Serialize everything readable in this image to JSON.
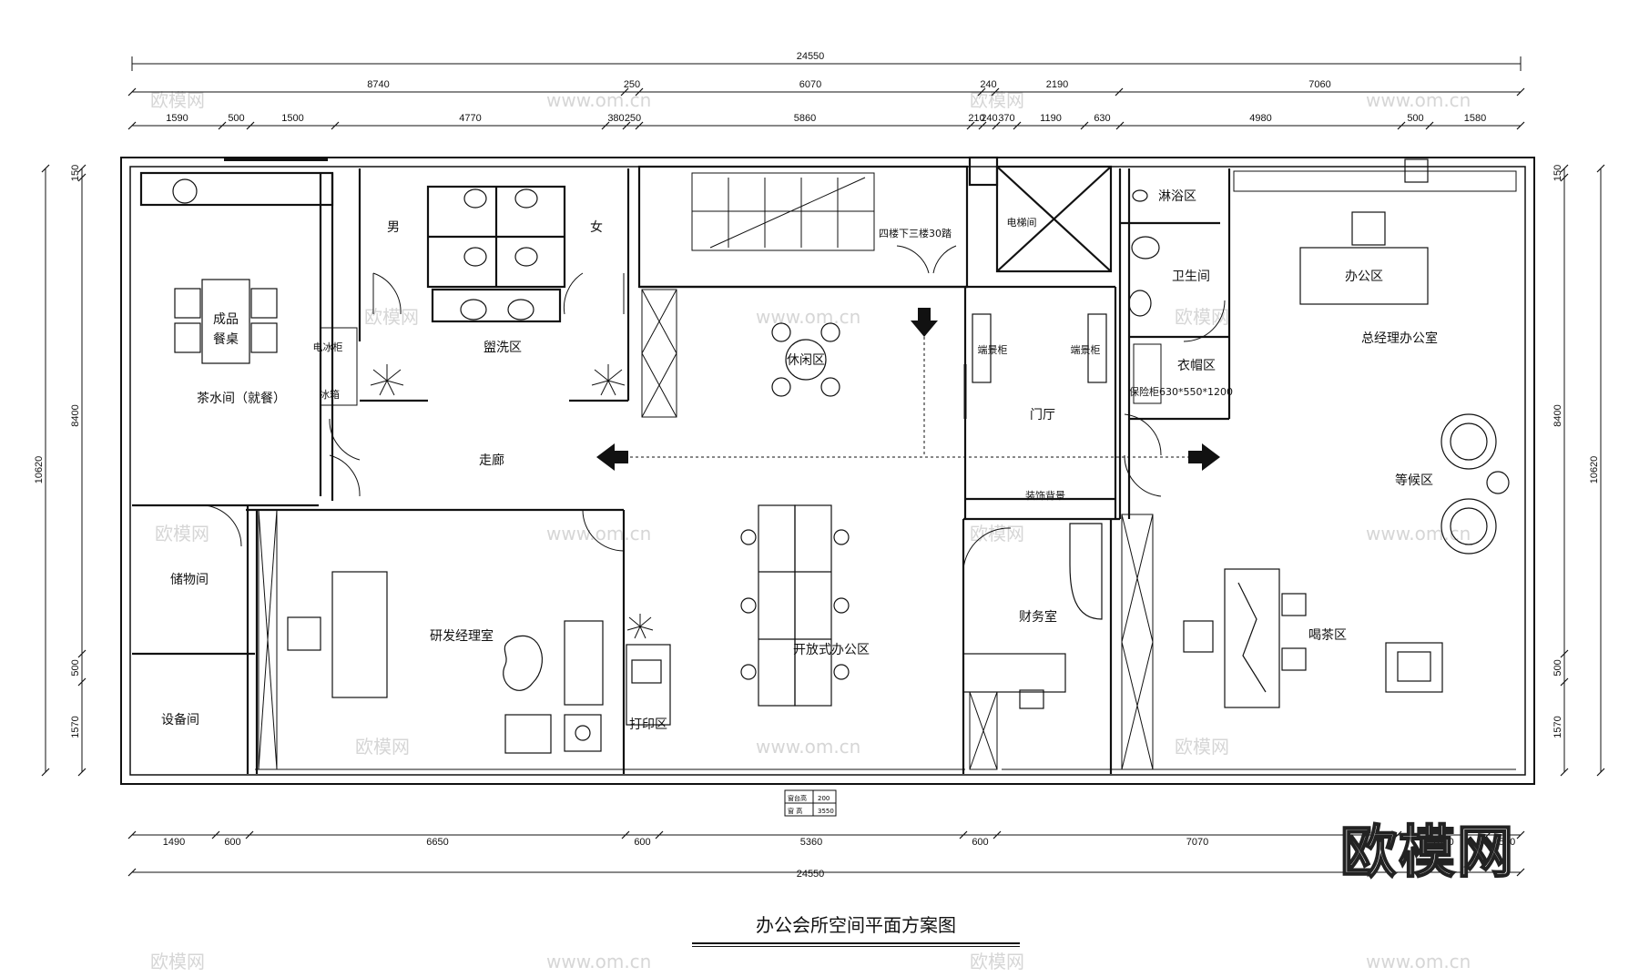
{
  "title": "办公会所空间平面方案图",
  "logo": "欧模网",
  "watermark_text": "欧模网",
  "watermark_url": "www.om.cn",
  "dims_top_total": "24550",
  "dims_top_row2": [
    "8740",
    "250",
    "6070",
    "240",
    "2190",
    "7060"
  ],
  "dims_top_row3": [
    "1590",
    "500",
    "1500",
    "4770",
    "380",
    "250",
    "5860",
    "210",
    "240",
    "370",
    "1190",
    "630",
    "4980",
    "500",
    "1580"
  ],
  "dims_bottom_row": [
    "1490",
    "600",
    "6650",
    "600",
    "5360",
    "600",
    "7070",
    "1600",
    "1580"
  ],
  "dims_bottom_total": "24550",
  "dims_left": [
    "150",
    "8400",
    "500",
    "1570"
  ],
  "dims_left_total": "10620",
  "dims_right": [
    "150",
    "8400",
    "500",
    "1570"
  ],
  "dims_right_total": "10620",
  "rooms": {
    "tea_room": "茶水间（就餐）",
    "dining_table_1": "成品",
    "dining_table_2": "餐桌",
    "fridge": "电冰柜",
    "ice": "冰箱",
    "men": "男",
    "women": "女",
    "wash": "盥洗区",
    "corridor": "走廊",
    "stairs_note": "四楼下三楼30踏",
    "elevator": "电梯间",
    "leisure": "休闲区",
    "lobby": "门厅",
    "display_l": "端景柜",
    "display_r": "端景柜",
    "deco_wall": "装饰背景",
    "shower": "淋浴区",
    "toilet": "卫生间",
    "cloak": "衣帽区",
    "safe": "保险柜630*550*1200",
    "office_area": "办公区",
    "gm_office": "总经理办公室",
    "waiting": "等候区",
    "tea_area": "喝茶区",
    "storage": "储物间",
    "equipment": "设备间",
    "rd_manager": "研发经理室",
    "open_office": "开放式办公区",
    "print": "打印区",
    "finance": "财务室"
  },
  "window_table": {
    "row1_label": "窗台高",
    "row1_value": "200",
    "row2_label": "窗 高",
    "row2_value": "3550"
  }
}
